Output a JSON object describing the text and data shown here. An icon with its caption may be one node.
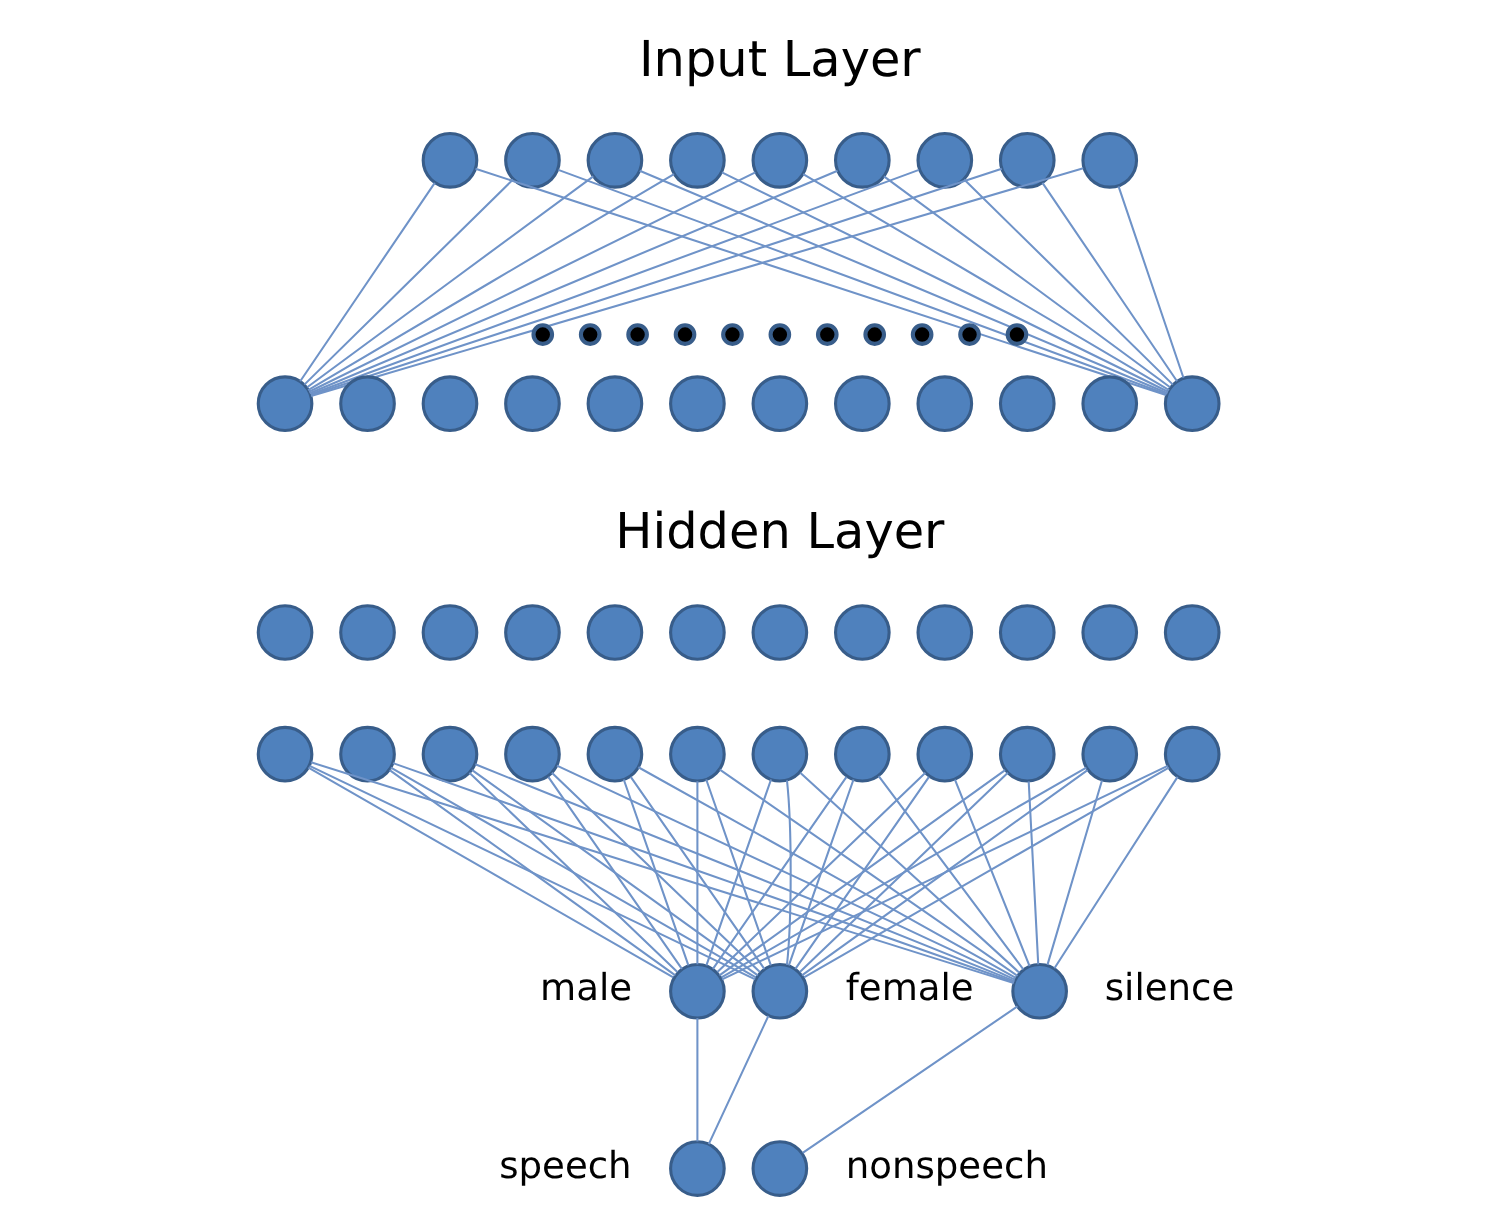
{
  "diagram": {
    "nodes": [
      {
        "text": [],
        "shape": "circle"
      },
      {
        "text": [],
        "shape": "circle"
      },
      {
        "text": [],
        "shape": "circle"
      },
      {
        "text": [],
        "shape": "circle"
      },
      {
        "text": [],
        "shape": "circle"
      },
      {
        "text": [],
        "shape": "circle"
      },
      {
        "text": [],
        "shape": "circle"
      },
      {
        "text": [],
        "shape": "circle"
      },
      {
        "text": [],
        "shape": "circle"
      },
      {
        "text": [],
        "shape": "dot"
      },
      {
        "text": [],
        "shape": "dot"
      },
      {
        "text": [],
        "shape": "dot"
      },
      {
        "text": [],
        "shape": "dot"
      },
      {
        "text": [],
        "shape": "dot"
      },
      {
        "text": [],
        "shape": "dot"
      },
      {
        "text": [],
        "shape": "dot"
      },
      {
        "text": [],
        "shape": "dot"
      },
      {
        "text": [],
        "shape": "dot"
      },
      {
        "text": [],
        "shape": "dot"
      },
      {
        "text": [],
        "shape": "dot"
      },
      {
        "text": [],
        "shape": "circle"
      },
      {
        "text": [],
        "shape": "circle"
      },
      {
        "text": [],
        "shape": "circle"
      },
      {
        "text": [],
        "shape": "circle"
      },
      {
        "text": [],
        "shape": "circle"
      },
      {
        "text": [],
        "shape": "circle"
      },
      {
        "text": [],
        "shape": "circle"
      },
      {
        "text": [],
        "shape": "circle"
      },
      {
        "text": [],
        "shape": "circle"
      },
      {
        "text": [],
        "shape": "circle"
      },
      {
        "text": [],
        "shape": "circle"
      },
      {
        "text": [],
        "shape": "circle"
      },
      {
        "text": [],
        "shape": "circle"
      },
      {
        "text": [],
        "shape": "circle"
      },
      {
        "text": [],
        "shape": "circle"
      },
      {
        "text": [],
        "shape": "circle"
      },
      {
        "text": [],
        "shape": "circle"
      },
      {
        "text": [],
        "shape": "circle"
      },
      {
        "text": [],
        "shape": "circle"
      },
      {
        "text": [],
        "shape": "circle"
      },
      {
        "text": [],
        "shape": "circle"
      },
      {
        "text": [],
        "shape": "circle"
      },
      {
        "text": [],
        "shape": "circle"
      },
      {
        "text": [],
        "shape": "circle"
      },
      {
        "text": [],
        "shape": "circle"
      },
      {
        "text": [],
        "shape": "circle"
      },
      {
        "text": [],
        "shape": "circle"
      },
      {
        "text": [],
        "shape": "circle"
      },
      {
        "text": [],
        "shape": "circle"
      },
      {
        "text": [],
        "shape": "circle"
      },
      {
        "text": [],
        "shape": "circle"
      },
      {
        "text": [],
        "shape": "circle"
      },
      {
        "text": [],
        "shape": "circle"
      },
      {
        "text": [],
        "shape": "circle"
      },
      {
        "text": [],
        "shape": "circle"
      },
      {
        "text": [],
        "shape": "circle"
      },
      {
        "text": [],
        "shape": "circle",
        "beside": [
          "male"
        ]
      },
      {
        "text": [],
        "shape": "circle",
        "beside": [
          "female"
        ]
      },
      {
        "text": [],
        "shape": "circle",
        "beside": [
          "silence"
        ]
      },
      {
        "text": [],
        "shape": "circle",
        "beside": [
          "speech"
        ]
      },
      {
        "text": [],
        "shape": "circle",
        "beside": [
          "nonspeech"
        ]
      }
    ],
    "edges": [
      {
        "from": 0,
        "to": 20,
        "arrow": "none"
      },
      {
        "from": 0,
        "to": 31,
        "arrow": "none"
      },
      {
        "from": 1,
        "to": 20,
        "arrow": "none"
      },
      {
        "from": 1,
        "to": 31,
        "arrow": "none"
      },
      {
        "from": 2,
        "to": 20,
        "arrow": "none"
      },
      {
        "from": 2,
        "to": 31,
        "arrow": "none"
      },
      {
        "from": 3,
        "to": 20,
        "arrow": "none"
      },
      {
        "from": 3,
        "to": 31,
        "arrow": "none"
      },
      {
        "from": 4,
        "to": 20,
        "arrow": "none"
      },
      {
        "from": 4,
        "to": 31,
        "arrow": "none"
      },
      {
        "from": 5,
        "to": 20,
        "arrow": "none"
      },
      {
        "from": 5,
        "to": 31,
        "arrow": "none"
      },
      {
        "from": 6,
        "to": 20,
        "arrow": "none"
      },
      {
        "from": 6,
        "to": 31,
        "arrow": "none"
      },
      {
        "from": 7,
        "to": 20,
        "arrow": "none"
      },
      {
        "from": 7,
        "to": 31,
        "arrow": "none"
      },
      {
        "from": 8,
        "to": 20,
        "arrow": "none"
      },
      {
        "from": 8,
        "to": 31,
        "arrow": "none"
      },
      {
        "from": 44,
        "to": 56,
        "arrow": "none"
      },
      {
        "from": 44,
        "to": 57,
        "arrow": "none"
      },
      {
        "from": 44,
        "to": 58,
        "arrow": "none"
      },
      {
        "from": 45,
        "to": 56,
        "arrow": "none"
      },
      {
        "from": 45,
        "to": 57,
        "arrow": "none"
      },
      {
        "from": 45,
        "to": 58,
        "arrow": "none"
      },
      {
        "from": 46,
        "to": 56,
        "arrow": "none"
      },
      {
        "from": 46,
        "to": 57,
        "arrow": "none"
      },
      {
        "from": 46,
        "to": 58,
        "arrow": "none"
      },
      {
        "from": 47,
        "to": 56,
        "arrow": "none"
      },
      {
        "from": 47,
        "to": 57,
        "arrow": "none"
      },
      {
        "from": 47,
        "to": 58,
        "arrow": "none"
      },
      {
        "from": 48,
        "to": 56,
        "arrow": "none"
      },
      {
        "from": 48,
        "to": 57,
        "arrow": "none"
      },
      {
        "from": 48,
        "to": 58,
        "arrow": "none"
      },
      {
        "from": 49,
        "to": 56,
        "arrow": "none"
      },
      {
        "from": 49,
        "to": 57,
        "arrow": "none"
      },
      {
        "from": 49,
        "to": 58,
        "arrow": "none"
      },
      {
        "from": 50,
        "to": 56,
        "arrow": "none"
      },
      {
        "from": 50,
        "to": 57,
        "arrow": "none"
      },
      {
        "from": 50,
        "to": 58,
        "arrow": "none"
      },
      {
        "from": 51,
        "to": 56,
        "arrow": "none"
      },
      {
        "from": 51,
        "to": 57,
        "arrow": "none"
      },
      {
        "from": 51,
        "to": 58,
        "arrow": "none"
      },
      {
        "from": 52,
        "to": 56,
        "arrow": "none"
      },
      {
        "from": 52,
        "to": 57,
        "arrow": "none"
      },
      {
        "from": 52,
        "to": 58,
        "arrow": "none"
      },
      {
        "from": 53,
        "to": 56,
        "arrow": "none"
      },
      {
        "from": 53,
        "to": 57,
        "arrow": "none"
      },
      {
        "from": 53,
        "to": 58,
        "arrow": "none"
      },
      {
        "from": 54,
        "to": 56,
        "arrow": "none"
      },
      {
        "from": 54,
        "to": 57,
        "arrow": "none"
      },
      {
        "from": 54,
        "to": 58,
        "arrow": "none"
      },
      {
        "from": 55,
        "to": 56,
        "arrow": "none"
      },
      {
        "from": 55,
        "to": 57,
        "arrow": "none"
      },
      {
        "from": 55,
        "to": 58,
        "arrow": "none"
      },
      {
        "from": 56,
        "to": 59,
        "arrow": "none"
      },
      {
        "from": 57,
        "to": 59,
        "arrow": "none"
      },
      {
        "from": 58,
        "to": 60,
        "arrow": "none"
      }
    ],
    "labels": [
      "Input Layer",
      "Hidden Layer"
    ]
  }
}
